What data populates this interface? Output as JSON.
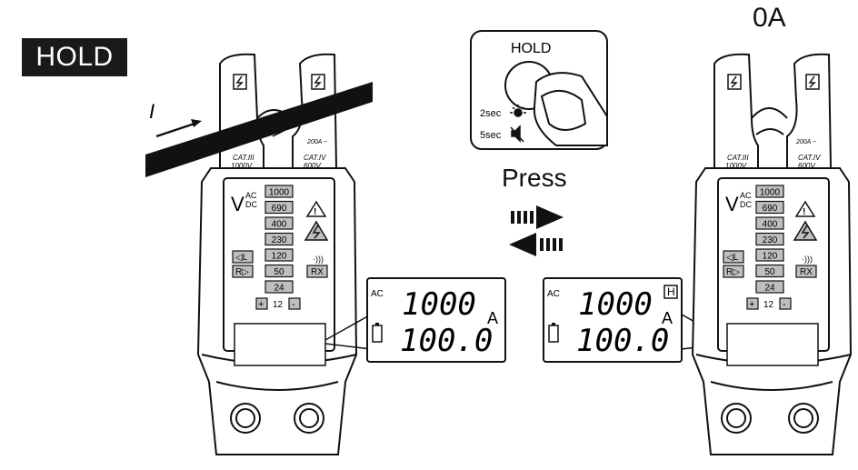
{
  "hold_badge": "HOLD",
  "reading_label": "0A",
  "press_label": "Press",
  "current_symbol": "I",
  "inset": {
    "button_label": "HOLD",
    "option_2sec": "2sec",
    "option_5sec": "5sec"
  },
  "meter": {
    "jaw_left_rating": "CAT.III\n1000V",
    "jaw_right_rating": "CAT.IV\n600V",
    "jaw_current_label": "200A ~",
    "v_label": "V",
    "ac_label": "AC",
    "dc_label": "DC",
    "voltage_levels": [
      "1000",
      "690",
      "400",
      "230",
      "120",
      "50",
      "24"
    ],
    "left_button": "◁L",
    "right_button": "R▷",
    "rx_button": "RX",
    "plus_button": "+",
    "minus_button": "-",
    "step_value": "12"
  },
  "display_left": {
    "mode": "AC",
    "top_digits": "1000",
    "bottom_digits": "100.0",
    "unit": "A",
    "hold_flag": ""
  },
  "display_right": {
    "mode": "AC",
    "top_digits": "1000",
    "bottom_digits": "100.0",
    "unit": "A",
    "hold_flag": "H"
  },
  "colors": {
    "ink": "#111111",
    "key_fill": "#bfbfbf",
    "badge_bg": "#1a1a1a"
  }
}
